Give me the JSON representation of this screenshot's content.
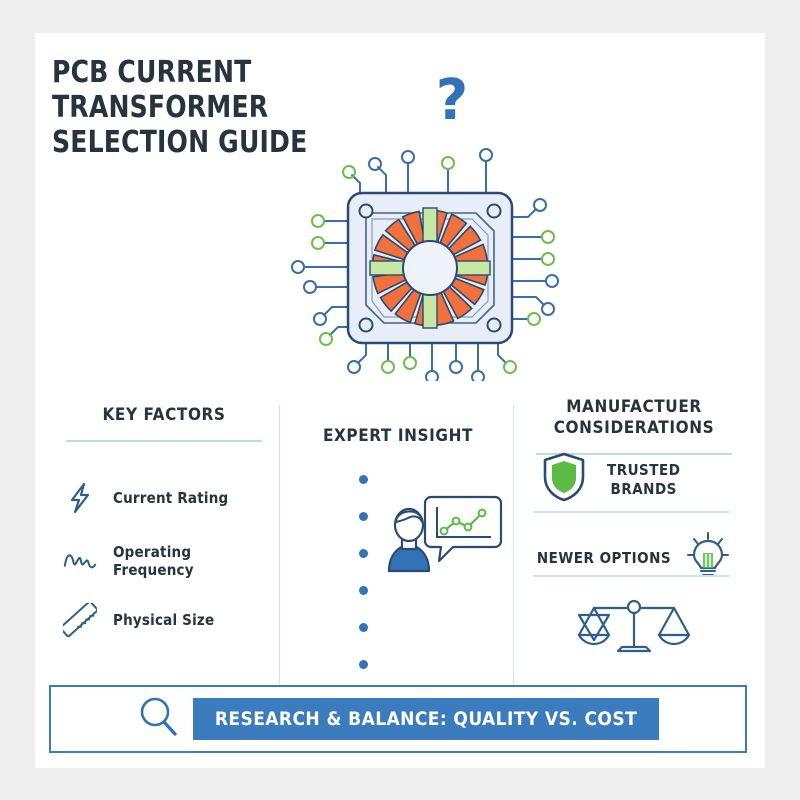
{
  "page": {
    "background_color": "#eeeeee",
    "card_color": "#ffffff"
  },
  "header": {
    "title": "PCB CURRENT\nTRANSFORMER\nSELECTION GUIDE"
  },
  "hero": {
    "question_mark": "?",
    "icon_name": "pcb-current-transformer-chip",
    "colors": {
      "winding": "#f2703c",
      "band": "#c5e8a4",
      "board": "#e8eef7",
      "outline": "#2b4a74",
      "trace_blue": "#3273b8",
      "trace_green": "#6cc04a"
    }
  },
  "columns": {
    "left": {
      "heading": "KEY FACTORS",
      "factors": [
        {
          "icon": "lightning-bolt-icon",
          "label": "Current Rating"
        },
        {
          "icon": "sine-wave-icon",
          "label": "Operating Frequency"
        },
        {
          "icon": "ruler-icon",
          "label": "Physical Size"
        }
      ]
    },
    "middle": {
      "heading": "EXPERT INSIGHT",
      "bullet_count": 6,
      "bullet_color": "#3273b8",
      "icon": "expert-with-chart-speech-bubble"
    },
    "right": {
      "heading": "MANUFACTUER\nCONSIDERATIONS",
      "rows": [
        {
          "icon": "shield-icon",
          "label": "TRUSTED\nBRANDS",
          "icon_position": "left"
        },
        {
          "icon": "lightbulb-icon",
          "label": "NEWER OPTIONS",
          "icon_position": "right"
        },
        {
          "icon": "balance-scales-icon",
          "label": "",
          "icon_position": "center"
        }
      ]
    }
  },
  "footer": {
    "icon": "magnifier-icon",
    "banner_text": "RESEARCH & BALANCE: QUALITY VS. COST",
    "banner_color": "#3a7cbe",
    "border_color": "#3a7cbe"
  },
  "theme": {
    "navy": "#27333d",
    "steel_blue": "#2e5f8a",
    "blue": "#3273b8",
    "green": "#5cbb46",
    "rule": "#bfd9ef"
  }
}
